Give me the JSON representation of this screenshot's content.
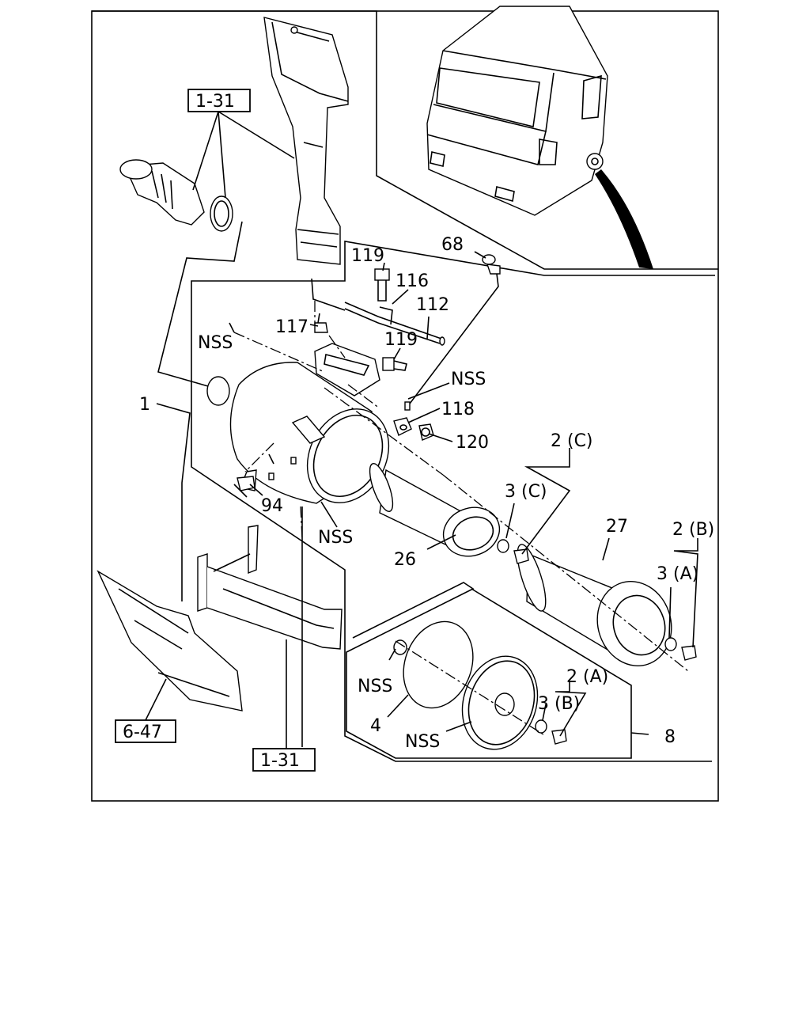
{
  "labels": {
    "ref_top": "1-31",
    "ref_bottom": "1-31",
    "ref_left": "6-47",
    "p68": "68",
    "p119a": "119",
    "p116": "116",
    "p112": "112",
    "p117": "117",
    "p119b": "119",
    "nss_a": "NSS",
    "nss_b": "NSS",
    "nss_c": "NSS",
    "nss_d": "NSS",
    "nss_e": "NSS",
    "p118": "118",
    "p120": "120",
    "p1": "1",
    "p2c": "2 (C)",
    "p3c": "3 (C)",
    "p94": "94",
    "p26": "26",
    "p27": "27",
    "p2b": "2 (B)",
    "p3a": "3 (A)",
    "p2a": "2 (A)",
    "p3b": "3 (B)",
    "p4": "4",
    "p8": "8"
  }
}
